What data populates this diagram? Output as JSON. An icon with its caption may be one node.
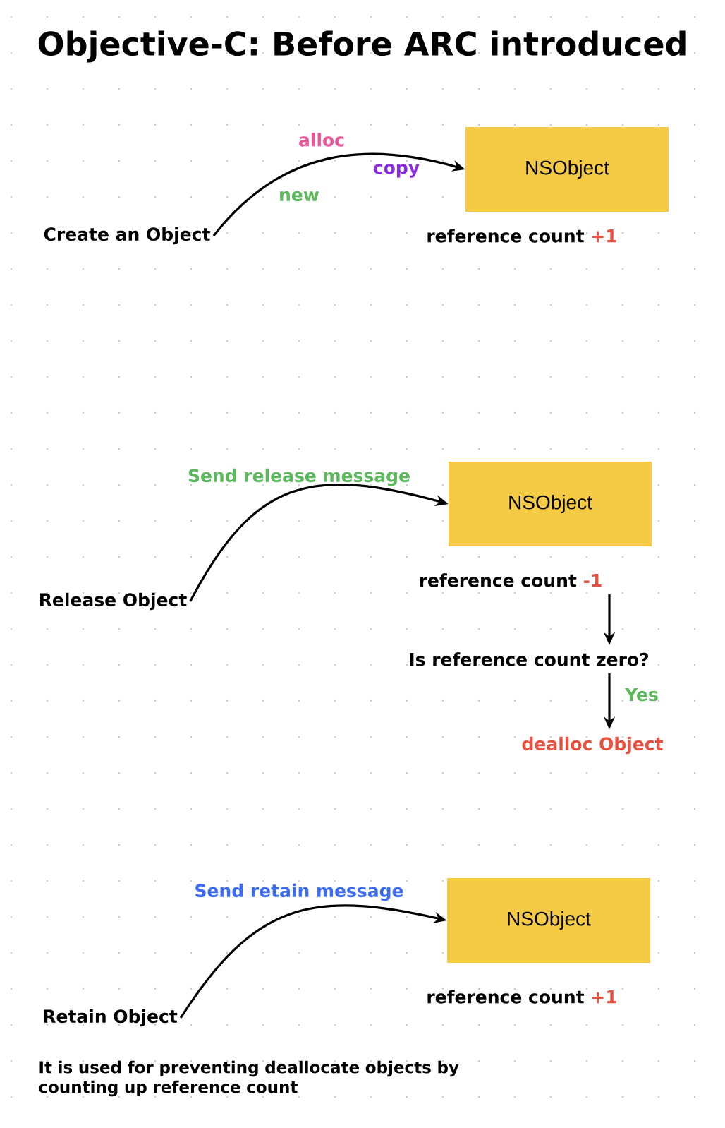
{
  "diagram": {
    "title": "Objective-C: Before ARC introduced",
    "nodes": [
      {
        "text": [
          "Create an Object"
        ]
      },
      {
        "text": [
          "NSObject"
        ],
        "beside": [
          "reference count",
          "+1"
        ]
      },
      {
        "text": [
          "Release Object"
        ]
      },
      {
        "text": [
          "NSObject"
        ],
        "beside": [
          "reference count",
          "-1"
        ]
      },
      {
        "text": [
          "Is reference count zero?"
        ]
      },
      {
        "text": [
          "dealloc Object"
        ]
      },
      {
        "text": [
          "Retain Object"
        ]
      },
      {
        "text": [
          "NSObject"
        ],
        "beside": [
          "reference count",
          "+1"
        ]
      }
    ],
    "edges": [
      {
        "from": 0,
        "to": 1,
        "arrow": "to"
      },
      {
        "from": 2,
        "to": 3,
        "arrow": "to",
        "label": "Send release message"
      },
      {
        "from": 3,
        "to": 4,
        "arrow": "to"
      },
      {
        "from": 4,
        "to": 5,
        "arrow": "to",
        "label": "Yes"
      },
      {
        "from": 6,
        "to": 7,
        "arrow": "to",
        "label": "Send retain message"
      }
    ],
    "labels": [
      "alloc",
      "copy",
      "new",
      "It is used for preventing deallocate objects by counting up reference count"
    ]
  }
}
